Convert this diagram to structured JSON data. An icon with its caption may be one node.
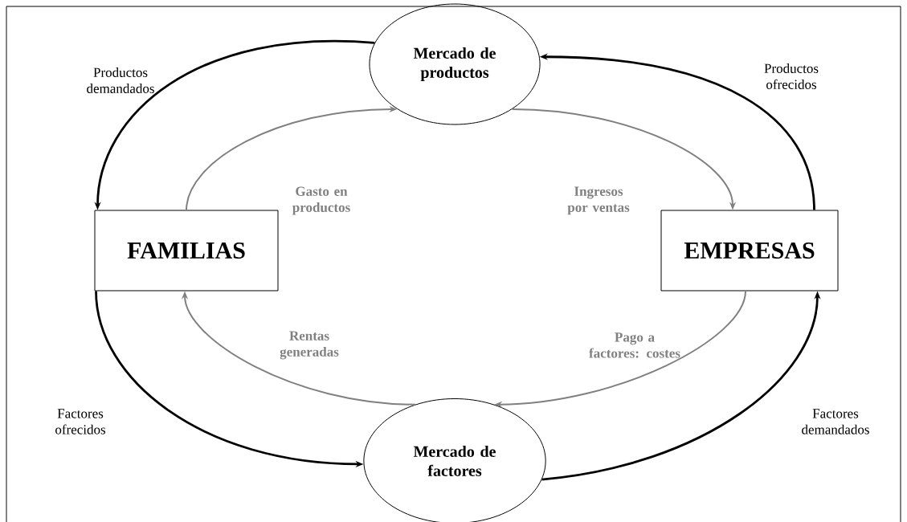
{
  "diagram": {
    "nodes": [
      {
        "text": [
          "Mercado de productos"
        ]
      },
      {
        "text": [
          "FAMILIAS"
        ]
      },
      {
        "text": [
          "EMPRESAS"
        ]
      },
      {
        "text": [
          "Mercado de factores"
        ]
      }
    ],
    "edges": [
      {
        "from": 0,
        "to": 1,
        "arrow": "to",
        "label": "Productos demandados"
      },
      {
        "from": 2,
        "to": 0,
        "arrow": "to",
        "label": "Productos ofrecidos"
      },
      {
        "from": 1,
        "to": 3,
        "arrow": "to",
        "label": "Factores ofrecidos"
      },
      {
        "from": 3,
        "to": 2,
        "arrow": "to",
        "label": "Factores demandados"
      },
      {
        "from": 1,
        "to": 0,
        "arrow": "to",
        "label": "Gasto en productos",
        "color": "#808080"
      },
      {
        "from": 0,
        "to": 2,
        "arrow": "to",
        "label": "Ingresos por ventas",
        "color": "#808080"
      },
      {
        "from": 2,
        "to": 3,
        "arrow": "to",
        "label": "Pago a factores: costes",
        "color": "#808080"
      },
      {
        "from": 3,
        "to": 1,
        "arrow": "to",
        "label": "Rentas generadas",
        "color": "#808080"
      }
    ]
  }
}
